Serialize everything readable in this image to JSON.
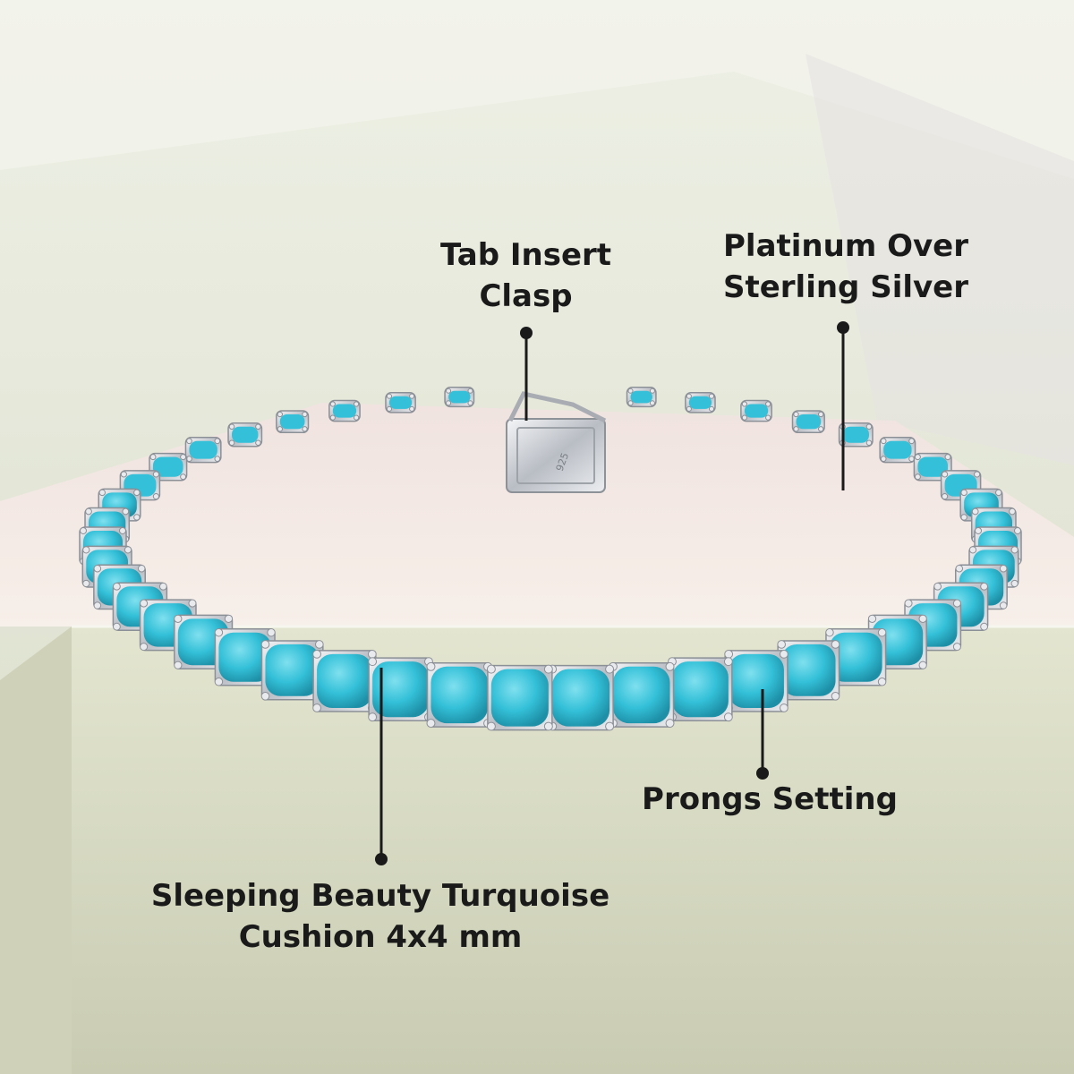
{
  "callouts": {
    "clasp": {
      "line1": "Tab Insert",
      "line2": "Clasp"
    },
    "metal": {
      "line1": "Platinum Over",
      "line2": "Sterling Silver"
    },
    "prongs": {
      "line1": "Prongs Setting"
    },
    "stone": {
      "line1": "Sleeping Beauty Turquoise",
      "line2": "Cushion 4x4 mm"
    }
  },
  "clasp_engraving": "925",
  "colors": {
    "turquoise": "#33c0d8",
    "metal": "#d6d8dc",
    "label_text": "#1a1a1a",
    "pedestal_top": "#ecdfdc",
    "pedestal_front": "#d9dcc4"
  }
}
